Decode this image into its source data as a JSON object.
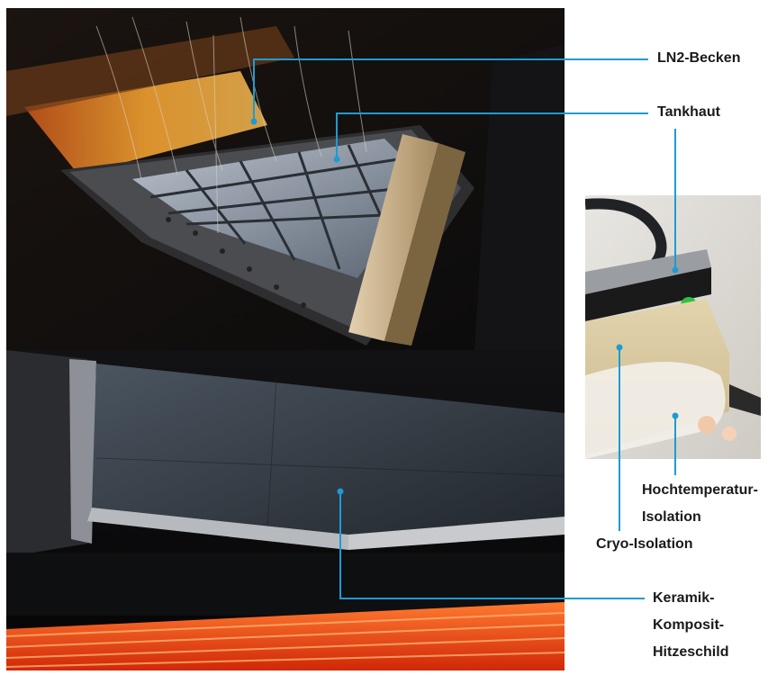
{
  "labels": {
    "ln2_becken": "LN2-Becken",
    "tankhaut": "Tankhaut",
    "hochtemperatur_line1": "Hochtemperatur-",
    "hochtemperatur_line2": "Isolation",
    "cryo_isolation": "Cryo-Isolation",
    "keramik_line1": "Keramik-",
    "keramik_line2": "Komposit-",
    "keramik_line3": "Hitzeschild"
  },
  "colors": {
    "leader_line": "#1e9bd2",
    "heater_glow": "#ff5a1a"
  }
}
